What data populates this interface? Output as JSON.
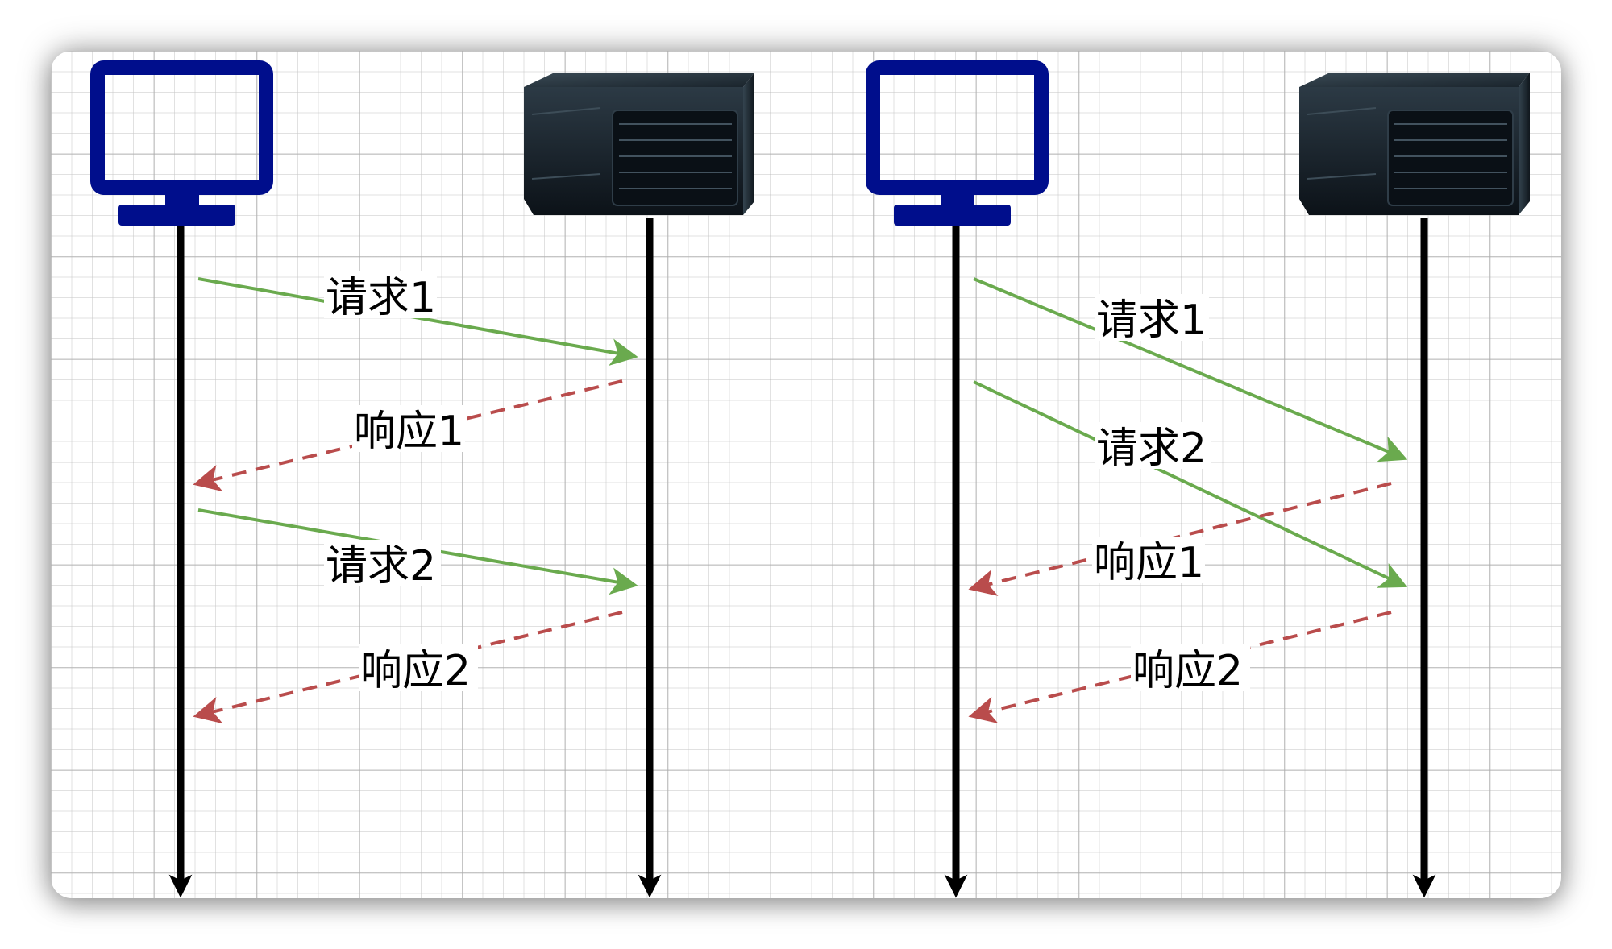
{
  "diagrams": [
    {
      "id": "left",
      "messages": [
        {
          "label": "请求1",
          "kind": "request"
        },
        {
          "label": "响应1",
          "kind": "response"
        },
        {
          "label": "请求2",
          "kind": "request"
        },
        {
          "label": "响应2",
          "kind": "response"
        }
      ]
    },
    {
      "id": "right",
      "messages": [
        {
          "label": "请求1",
          "kind": "request"
        },
        {
          "label": "请求2",
          "kind": "request"
        },
        {
          "label": "响应1",
          "kind": "response"
        },
        {
          "label": "响应2",
          "kind": "response"
        }
      ]
    }
  ],
  "colors": {
    "request": "#6aaa4e",
    "response": "#b94c4c",
    "lifeline": "#000000",
    "monitor": "#000e8c"
  },
  "icons": {
    "client": "monitor-icon",
    "server": "server-icon"
  }
}
